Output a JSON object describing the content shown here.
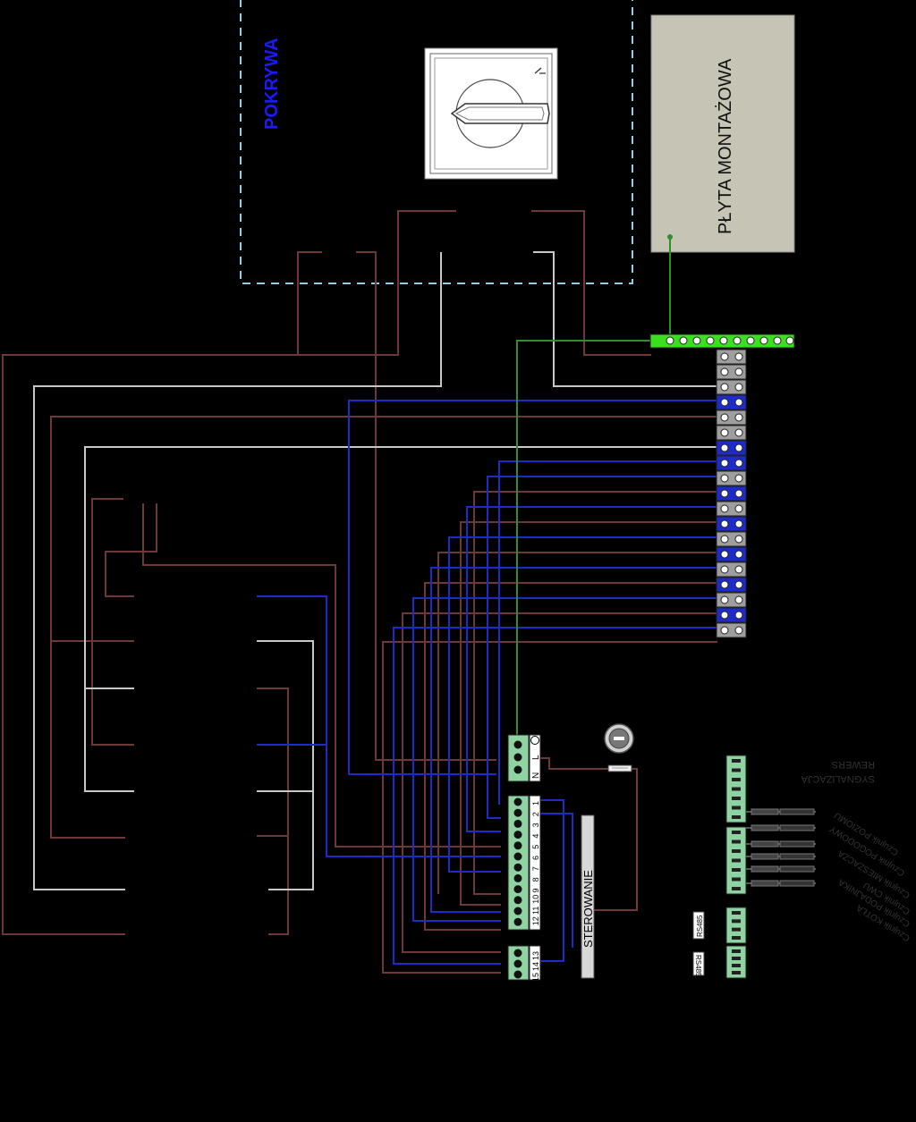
{
  "labels": {
    "cover": "POKRYWA",
    "mounting_plate": "PŁYTA MONTAŻOWA",
    "control": "STEROWANIE",
    "rewers": "REWERS",
    "signalling": "SYGNALIZACJA",
    "rs485_a": "RS485",
    "rs485_b": "RS485"
  },
  "power_terminal": {
    "labels": [
      "N",
      "L"
    ]
  },
  "control_terminal_a": {
    "labels": [
      "1",
      "2",
      "3",
      "4",
      "5",
      "6",
      "7",
      "8",
      "9",
      "10",
      "11",
      "12"
    ]
  },
  "control_terminal_b": {
    "labels": [
      "13",
      "14",
      "15"
    ]
  },
  "sensors": [
    "Czujnik POZIOMU",
    "Czujnik POGODOWY",
    "Czujnik MIESZACZA",
    "Czujnik CWU",
    "Czujnik PODAJNIKA",
    "Czujnik KOTŁA"
  ],
  "colors": {
    "brown": "#6b3a36",
    "blue": "#1d2bc9",
    "grey": "#c8c8c8",
    "green": "#2f8f2f",
    "bright_green": "#39e01c",
    "cover_border": "#8ecfe8",
    "plate_fill": "#c6c4b4",
    "cover_text": "#1a1aff"
  }
}
